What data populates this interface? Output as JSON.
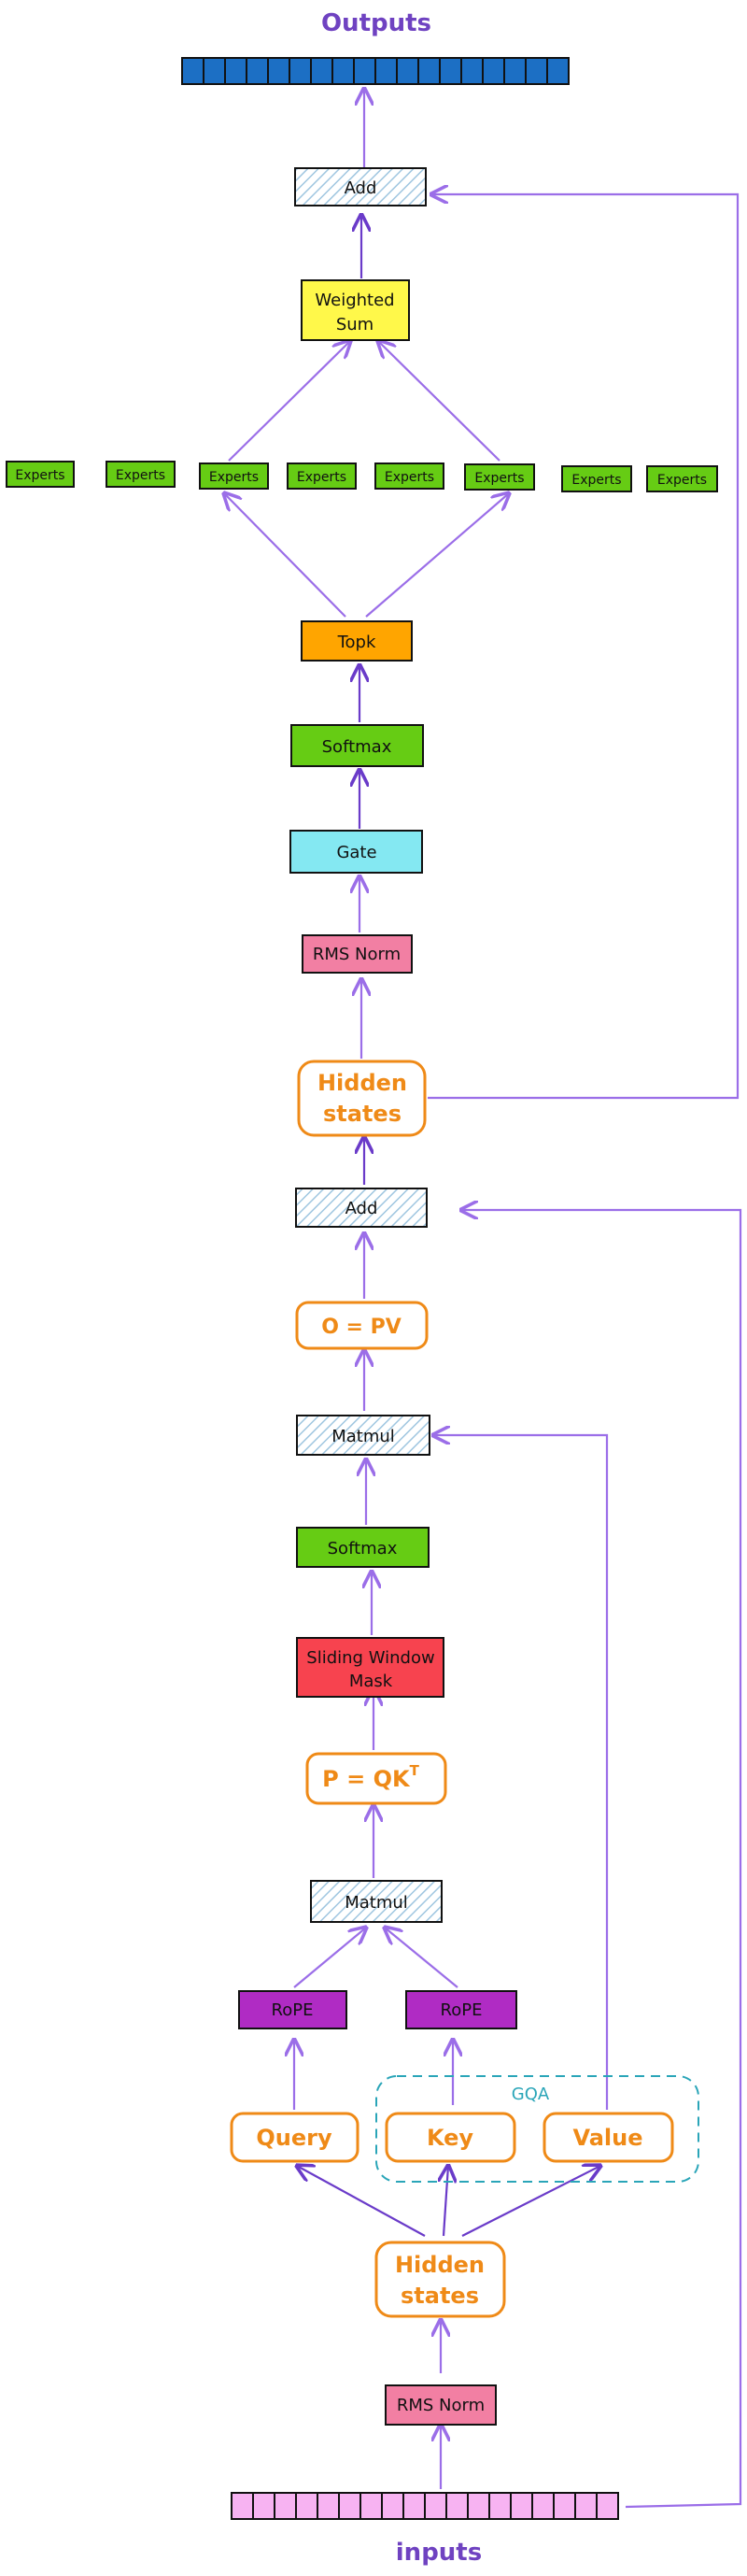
{
  "titles": {
    "outputs": "Outputs",
    "inputs": "inputs"
  },
  "moe": {
    "add": "Add",
    "weighted_sum_line1": "Weighted",
    "weighted_sum_line2": "Sum",
    "experts": [
      "Experts",
      "Experts",
      "Experts",
      "Experts",
      "Experts",
      "Experts",
      "Experts",
      "Experts"
    ],
    "topk": "Topk",
    "softmax": "Softmax",
    "gate": "Gate",
    "rms_norm": "RMS Norm"
  },
  "hidden_states_top": {
    "line1": "Hidden",
    "line2": "states"
  },
  "attention": {
    "add": "Add",
    "o_eq_pv": "O = PV",
    "matmul_top": "Matmul",
    "softmax": "Softmax",
    "mask_line1": "Sliding Window",
    "mask_line2": "Mask",
    "p_eq_qk": "P = QK",
    "p_eq_qk_sup": "T",
    "matmul_bottom": "Matmul",
    "rope_q": "RoPE",
    "rope_k": "RoPE",
    "gqa_label": "GQA",
    "query": "Query",
    "key": "Key",
    "value": "Value"
  },
  "hidden_states_bottom": {
    "line1": "Hidden",
    "line2": "states"
  },
  "rms_norm_bottom": "RMS Norm",
  "colors": {
    "arrow": "#9b6ee8",
    "arrow_dark": "#6a3bc9",
    "blue_token": "#1c6fc4",
    "pink_token": "#f7b3f2",
    "yellow": "#fff84a",
    "green": "#66cc14",
    "orange_fill": "#ffa500",
    "cyan": "#84e8f2",
    "pink_norm": "#f27fa3",
    "red_mask": "#f7434f",
    "purple_rope": "#b02bc4",
    "orange_stroke": "#ef8a17",
    "gqa_border": "#2aa5b8",
    "hatch": "#9fc6e0"
  }
}
